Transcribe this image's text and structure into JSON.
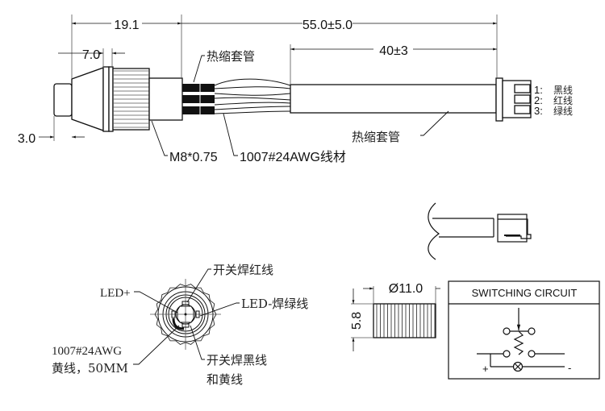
{
  "dimensions": {
    "overall_connector": "19.1",
    "cable_length": "55.0±5.0",
    "sleeve_length": "40±3",
    "cap_width": "7.0",
    "button_width": "3.0",
    "nut_diameter": "Ø11.0",
    "nut_height": "5.8"
  },
  "labels": {
    "heat_shrink_top": "热缩套管",
    "heat_shrink_main": "热缩套管",
    "thread": "M8*0.75",
    "wire_spec": "1007#24AWG线材"
  },
  "connector_pins": [
    {
      "num": "1:",
      "name": "黑线"
    },
    {
      "num": "2:",
      "name": "红线"
    },
    {
      "num": "3:",
      "name": "绿线"
    }
  ],
  "front_view": {
    "switch_red": "开关焊红线",
    "led_plus": "LED+",
    "led_minus": "LED-焊绿线",
    "wire_line1": "1007#24AWG",
    "wire_line2": "黄线，50MM",
    "switch_black_line1": "开关焊黑线",
    "switch_black_line2": "和黄线"
  },
  "circuit": {
    "title": "SWITCHING CIRCUIT",
    "plus": "+",
    "minus": "-"
  }
}
